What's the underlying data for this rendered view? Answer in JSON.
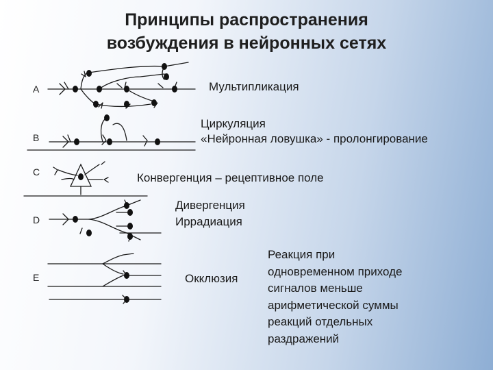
{
  "title": {
    "line1": "Принципы распространения",
    "line2": "возбуждения в нейронных сетях"
  },
  "rows": {
    "a": {
      "letter": "A",
      "label": "Мультипликация"
    },
    "b": {
      "letter": "B",
      "label_line1": "Циркуляция",
      "label_line2": "«Нейронная ловушка» - пролонгирование"
    },
    "c": {
      "letter": "C",
      "label": "Конвергенция – рецептивное поле"
    },
    "d": {
      "letter": "D",
      "label_line1": "Дивергенция",
      "label_line2": "Иррадиация"
    },
    "e": {
      "letter": "E",
      "label": "Окклюзия"
    }
  },
  "note": {
    "line1": "Реакция при",
    "line2": "одновременном приходе",
    "line3": "сигналов меньше",
    "line4": "арифметической суммы",
    "line5": "реакций отдельных",
    "line6": "раздражений"
  }
}
